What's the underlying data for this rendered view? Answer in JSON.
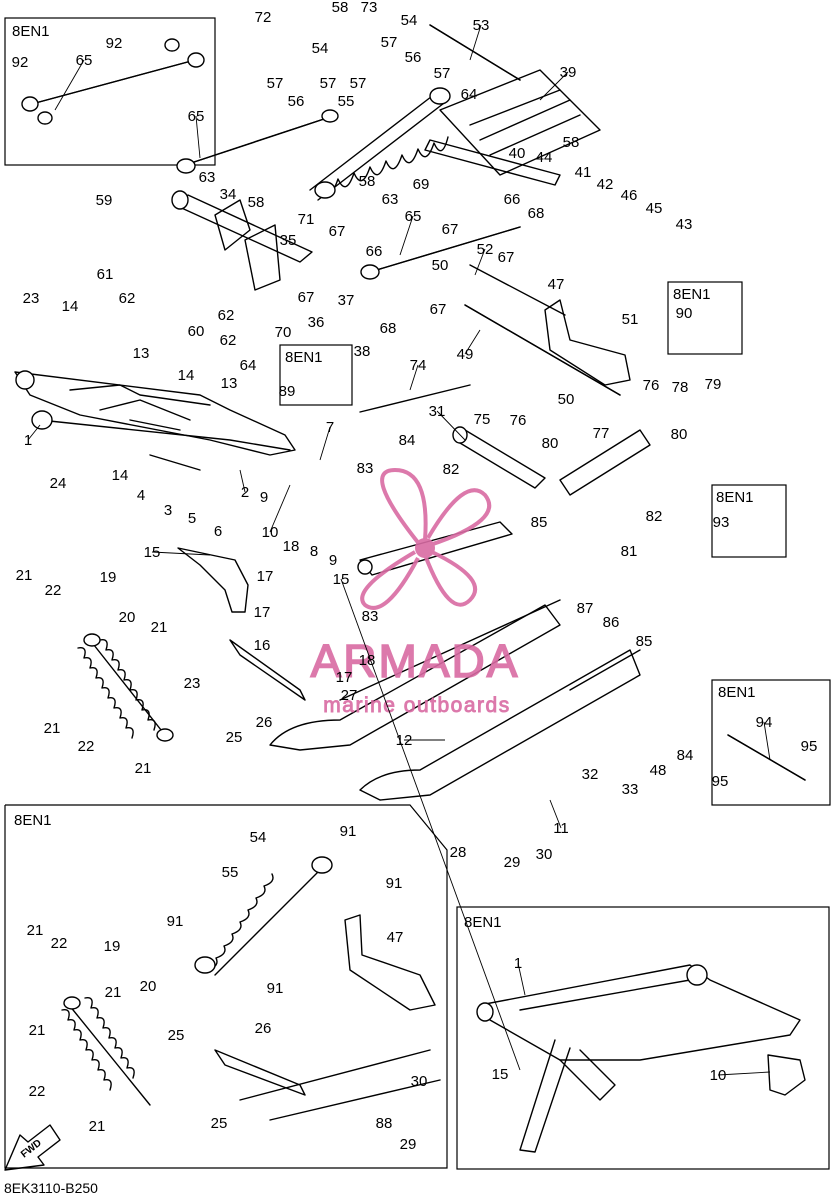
{
  "diagram": {
    "footer_code": "8EK3110-B250",
    "fwd_label": "FWD",
    "inset_tag": "8EN1",
    "watermark": {
      "title": "ARMADA",
      "subtitle": "marine outboards",
      "color": "#d96ba3"
    },
    "callouts": [
      "1",
      "2",
      "3",
      "4",
      "5",
      "6",
      "7",
      "8",
      "9",
      "10",
      "11",
      "12",
      "13",
      "14",
      "15",
      "16",
      "17",
      "18",
      "19",
      "20",
      "21",
      "22",
      "23",
      "24",
      "25",
      "26",
      "27",
      "28",
      "29",
      "30",
      "31",
      "32",
      "33",
      "34",
      "35",
      "36",
      "37",
      "38",
      "39",
      "40",
      "41",
      "42",
      "43",
      "44",
      "45",
      "46",
      "47",
      "48",
      "49",
      "50",
      "51",
      "52",
      "53",
      "54",
      "55",
      "56",
      "57",
      "58",
      "59",
      "60",
      "61",
      "62",
      "63",
      "64",
      "65",
      "66",
      "67",
      "68",
      "69",
      "70",
      "71",
      "72",
      "73",
      "74",
      "75",
      "76",
      "77",
      "78",
      "79",
      "80",
      "81",
      "82",
      "83",
      "84",
      "85",
      "86",
      "87",
      "88",
      "89",
      "90",
      "91",
      "92",
      "93",
      "94",
      "95"
    ]
  }
}
